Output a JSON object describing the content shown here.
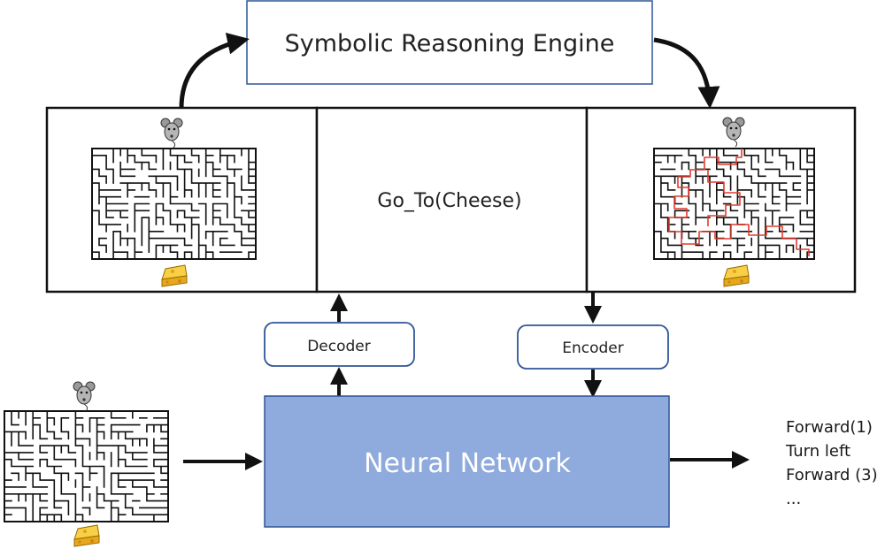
{
  "engine": {
    "label": "Symbolic Reasoning Engine"
  },
  "middle_panel": {
    "label": "Go_To(Cheese)"
  },
  "decoder": {
    "label": "Decoder"
  },
  "encoder": {
    "label": "Encoder"
  },
  "network": {
    "label": "Neural Network"
  },
  "outputs": [
    "Forward(1)",
    "Turn left",
    "Forward (3)",
    "..."
  ],
  "colors": {
    "engine_border": "#2f5597",
    "box_border": "#2f5597",
    "network_fill": "#8faadc",
    "network_border": "#2f5597",
    "network_text": "#ffffff",
    "path_red": "#e03c31",
    "cheese": "#f5b72a",
    "mouse": "#8c8c8c"
  }
}
